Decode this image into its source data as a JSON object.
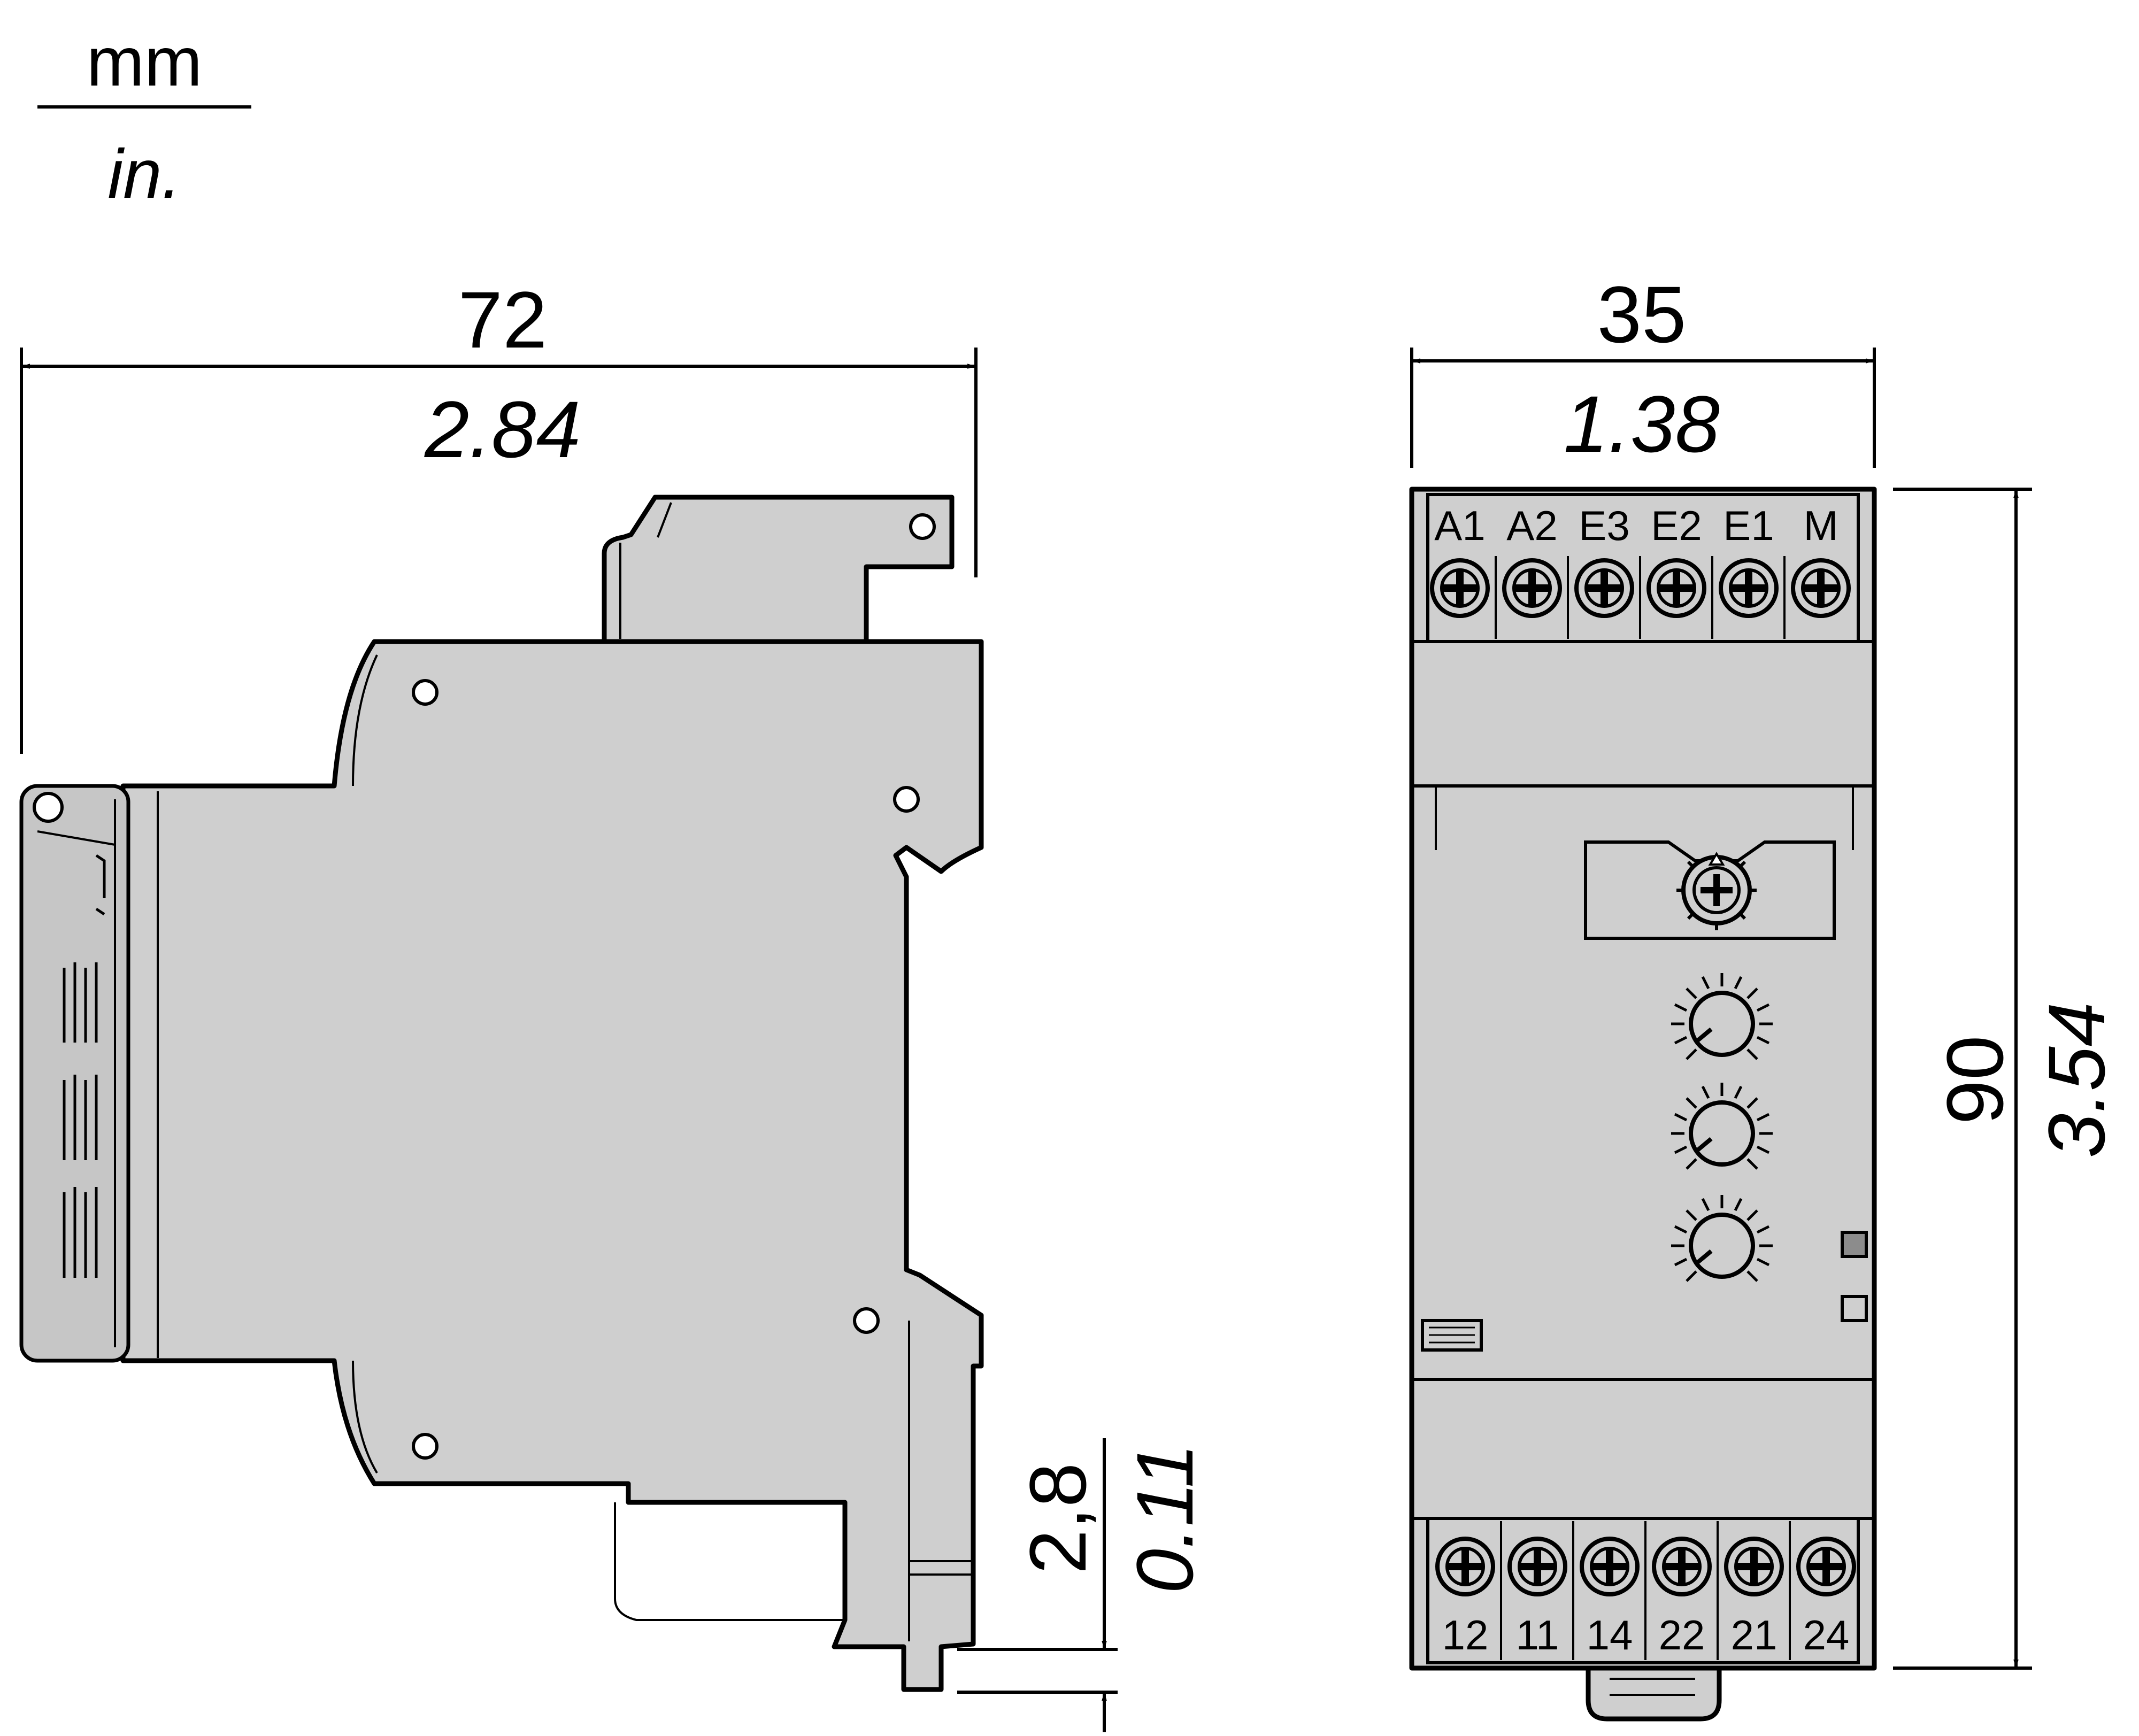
{
  "units": {
    "primary": "mm",
    "secondary": "in."
  },
  "side_view": {
    "width": {
      "mm": "72",
      "in": "2.84"
    },
    "rail_offset": {
      "mm": "2,8",
      "in": "0.11"
    }
  },
  "front_view": {
    "width": {
      "mm": "35",
      "in": "1.38"
    },
    "height": {
      "mm": "90",
      "in": "3.54"
    },
    "top_terminals": [
      "A1",
      "A2",
      "E3",
      "E2",
      "E1",
      "M"
    ],
    "bottom_terminals": [
      "12",
      "11",
      "14",
      "22",
      "21",
      "24"
    ]
  },
  "colors": {
    "housing": "#cfcfcf",
    "line": "#000000",
    "background": "#ffffff"
  }
}
